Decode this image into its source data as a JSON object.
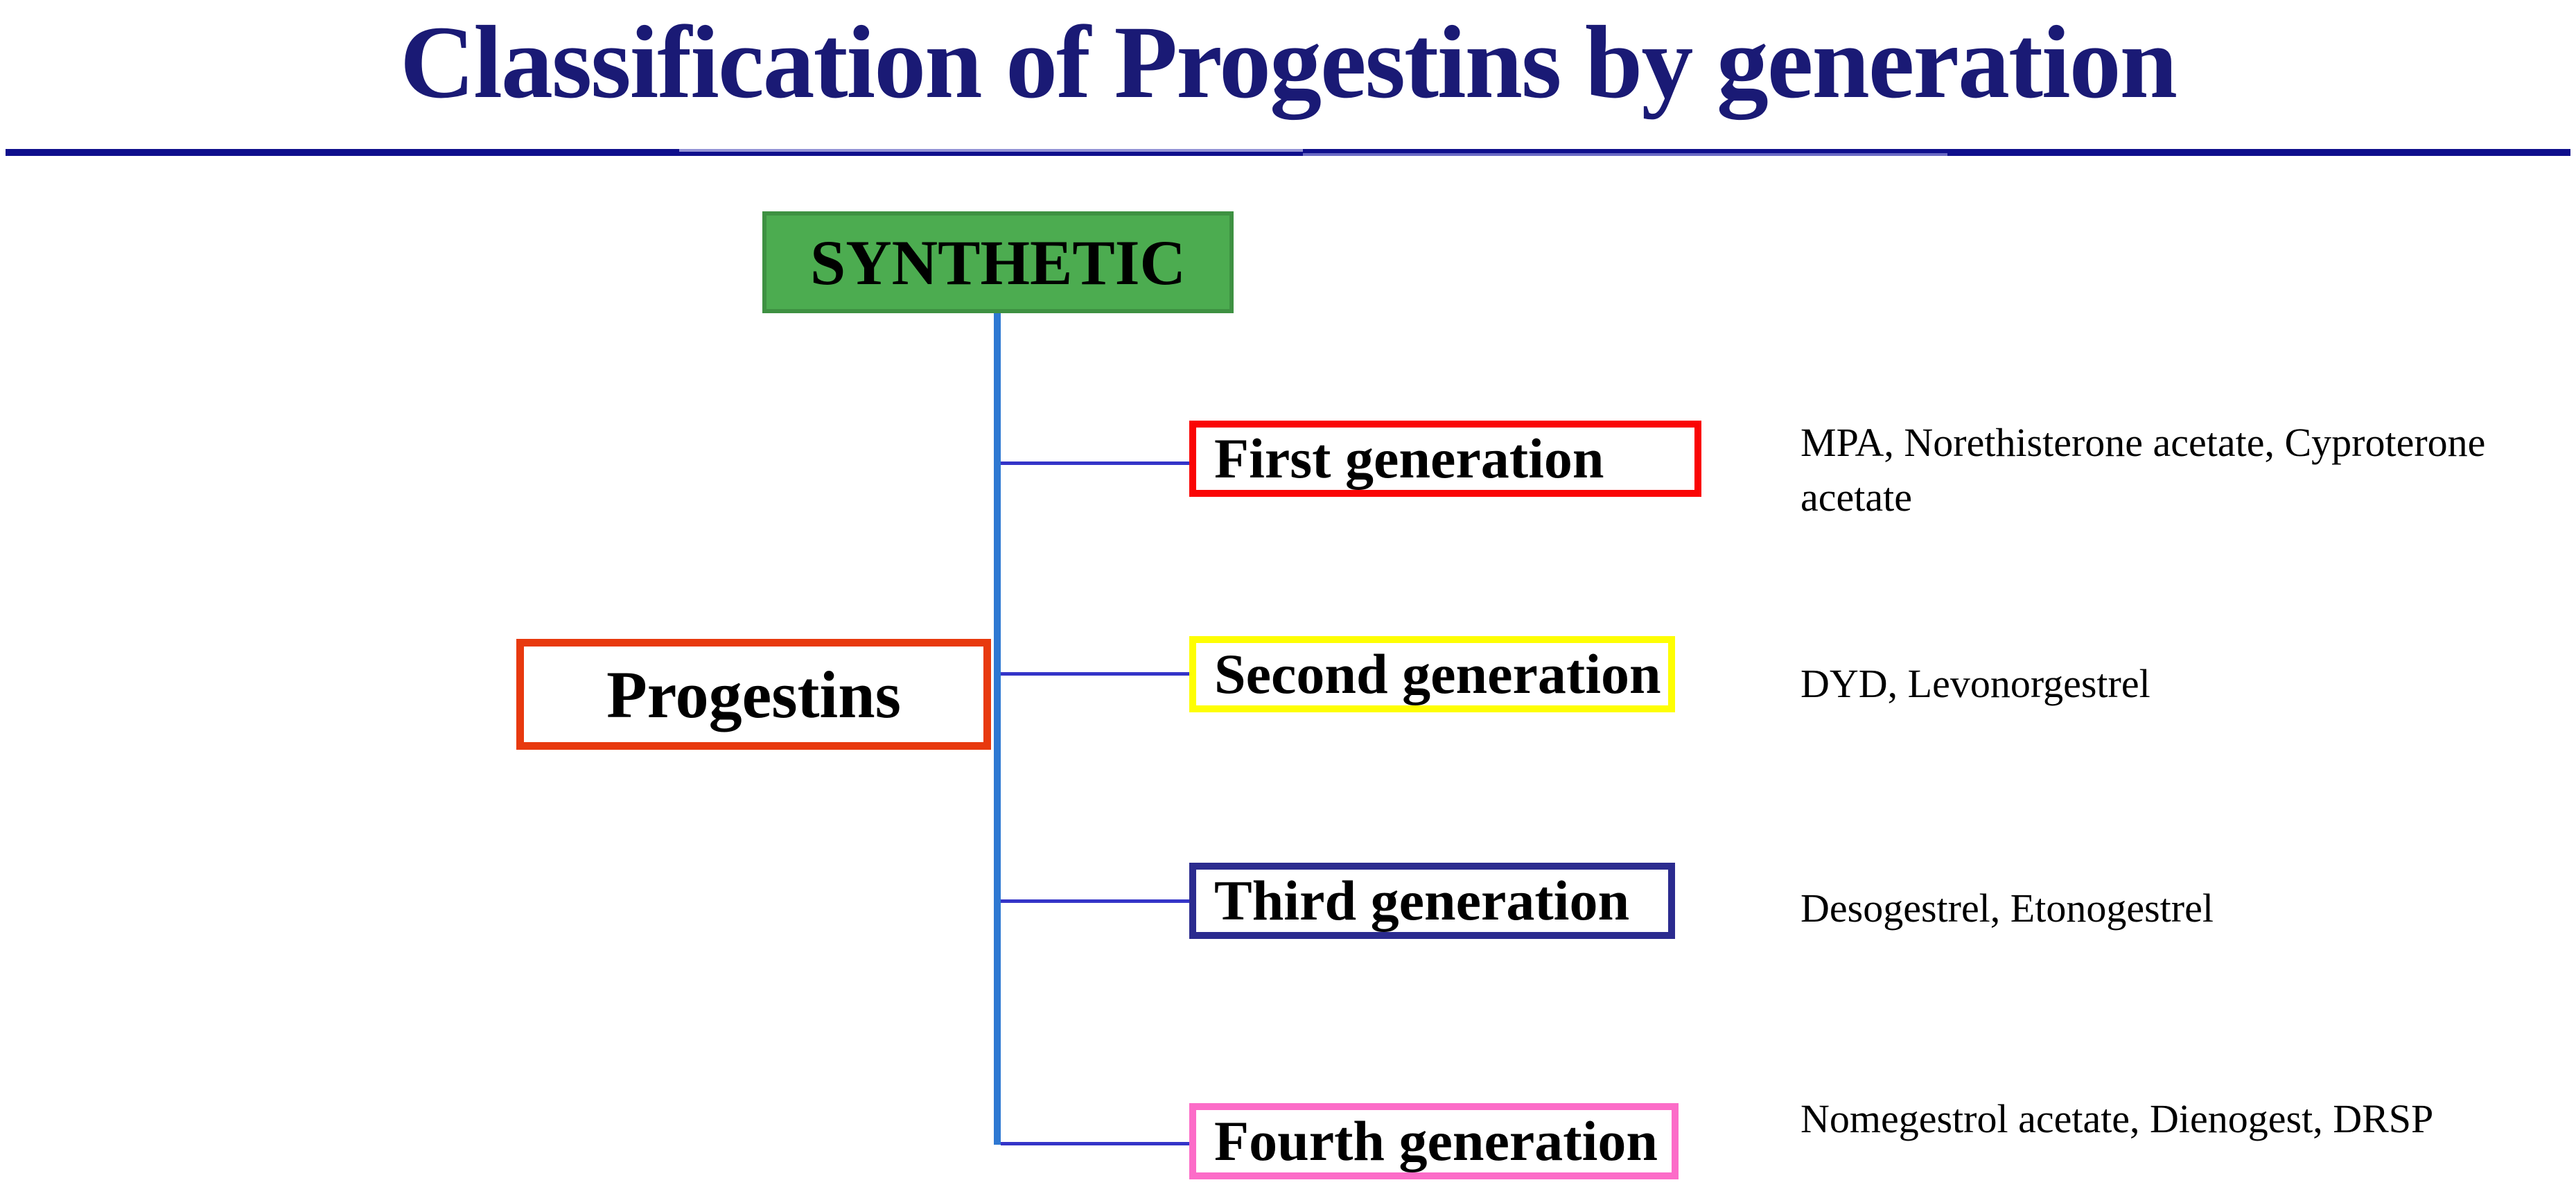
{
  "title": "Classification of Progestins by generation",
  "root": {
    "label": "SYNTHETIC"
  },
  "parent": {
    "label": "Progestins"
  },
  "generations": [
    {
      "label": "First generation",
      "drugs": "MPA, Norethisterone acetate, Cyproterone acetate",
      "border_color": "#fa0505"
    },
    {
      "label": "Second generation",
      "drugs": "DYD, Levonorgestrel",
      "border_color": "#fefe02"
    },
    {
      "label": "Third generation",
      "drugs": "Desogestrel, Etonogestrel",
      "border_color": "#2b2b8f"
    },
    {
      "label": "Fourth generation",
      "drugs": "Nomegestrol acetate, Dienogest, DRSP",
      "border_color": "#fc6cc8"
    }
  ],
  "colors": {
    "title_text": "#1a1a75",
    "title_rule": "#0f0f8c",
    "root_fill": "#4cac50",
    "root_border": "#3e9142",
    "parent_border": "#e8390e",
    "trunk_line": "#2e78d2",
    "connector_line": "#3434c8",
    "box_text": "#000000"
  }
}
